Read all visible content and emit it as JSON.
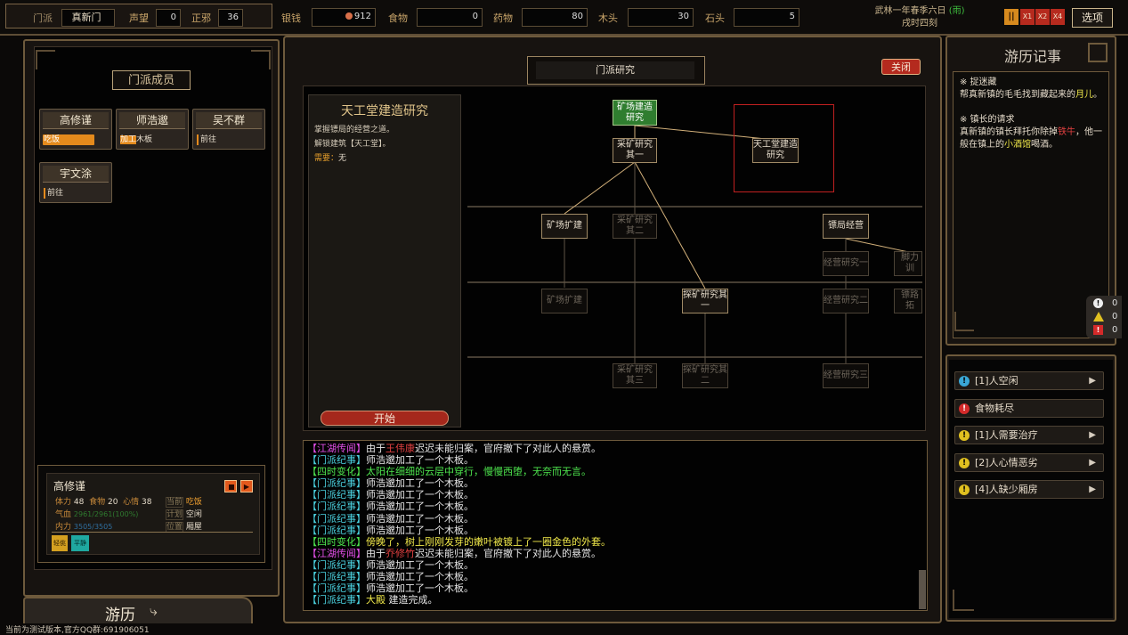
{
  "topbar": {
    "sect_label": "门派",
    "sect_name": "真新门",
    "fame_label": "声望",
    "fame_value": "0",
    "align_label": "正邪",
    "align_value": "36",
    "resources": [
      {
        "label": "银钱",
        "value": "912",
        "icon": "coin-icon"
      },
      {
        "label": "食物",
        "value": "0"
      },
      {
        "label": "药物",
        "value": "80"
      },
      {
        "label": "木头",
        "value": "30"
      },
      {
        "label": "石头",
        "value": "5"
      }
    ],
    "date": "武林一年春季六日",
    "weather": "雨",
    "time": "戌时四刻",
    "speeds": [
      "||",
      "X1",
      "X2",
      "X4"
    ],
    "options_label": "选项"
  },
  "members_panel": {
    "title": "门派成员",
    "members": [
      {
        "name": "高修谨",
        "task": "吃饭",
        "progress": 0.78
      },
      {
        "name": "师浩邈",
        "task": "加工",
        "task_detail": "木板"
      },
      {
        "name": "吴不群",
        "task": "前往"
      },
      {
        "name": "宇文涂",
        "task": "前往"
      }
    ],
    "detail": {
      "name": "高修谨",
      "stamina_label": "体力",
      "stamina": "48",
      "food_label": "食物",
      "food": "20",
      "mood_label": "心情",
      "mood": "38",
      "hp_label": "气血",
      "hp": "2961/2961(100%)",
      "mp_label": "内力",
      "mp": "3505/3505",
      "current_label": "当前",
      "current": "吃饭",
      "plan_label": "计划",
      "plan": "空闲",
      "pos_label": "位置",
      "pos": "厢屋",
      "tag1": "轻佻",
      "tag2": "平静"
    },
    "bottom_button": "游历"
  },
  "research": {
    "title": "门派研究",
    "close_label": "关闭",
    "selected_title": "天工堂建造研究",
    "desc1": "掌握镖局的经营之道。",
    "desc2": "解锁建筑【天工堂】。",
    "need_label": "需要：",
    "need_value": "无",
    "start_label": "开始",
    "nodes": {
      "n1": "矿场建造研究",
      "n2": "采矿研究其一",
      "n3": "天工堂建造研究",
      "n4": "矿场扩建",
      "n5": "采矿研究其二",
      "n6": "镖局经营",
      "n7": "经营研究一",
      "n8": "脚力训",
      "n9": "矿场扩建",
      "n10": "探矿研究其一",
      "n11": "经营研究二",
      "n12": "镖路拓",
      "n13": "采矿研究其三",
      "n14": "探矿研究其二",
      "n15": "经营研究三"
    }
  },
  "log": [
    {
      "tag": "【江湖传闻】",
      "tag_color": "#e14fe6",
      "pre": "由于",
      "hl": "王伟康",
      "hl_color": "#e04040",
      "text": "迟迟未能归案，官府撤下了对此人的悬赏。",
      "text_color": "#e6e6e6"
    },
    {
      "tag": "【门派纪事】",
      "tag_color": "#4bd2e0",
      "text": "师浩邈加工了一个木板。",
      "text_color": "#e6e6e6"
    },
    {
      "tag": "【四时变化】",
      "tag_color": "#4ee64e",
      "text": "太阳在细细的云层中穿行，慢慢西堕，无奈而无言。",
      "text_color": "#4ee64e"
    },
    {
      "tag": "【门派纪事】",
      "tag_color": "#4bd2e0",
      "text": "师浩邈加工了一个木板。",
      "text_color": "#e6e6e6"
    },
    {
      "tag": "【门派纪事】",
      "tag_color": "#4bd2e0",
      "text": "师浩邈加工了一个木板。",
      "text_color": "#e6e6e6"
    },
    {
      "tag": "【门派纪事】",
      "tag_color": "#4bd2e0",
      "text": "师浩邈加工了一个木板。",
      "text_color": "#e6e6e6"
    },
    {
      "tag": "【门派纪事】",
      "tag_color": "#4bd2e0",
      "text": "师浩邈加工了一个木板。",
      "text_color": "#e6e6e6"
    },
    {
      "tag": "【门派纪事】",
      "tag_color": "#4bd2e0",
      "text": "师浩邈加工了一个木板。",
      "text_color": "#e6e6e6"
    },
    {
      "tag": "【四时变化】",
      "tag_color": "#4ee64e",
      "text": "傍晚了，树上刚刚发芽的嫩叶被镀上了一圈金色的外套。",
      "text_color": "#f0e84a"
    },
    {
      "tag": "【江湖传闻】",
      "tag_color": "#e14fe6",
      "pre": "由于",
      "hl": "乔修竹",
      "hl_color": "#e04040",
      "text": "迟迟未能归案，官府撤下了对此人的悬赏。",
      "text_color": "#e6e6e6"
    },
    {
      "tag": "【门派纪事】",
      "tag_color": "#4bd2e0",
      "text": "师浩邈加工了一个木板。",
      "text_color": "#e6e6e6"
    },
    {
      "tag": "【门派纪事】",
      "tag_color": "#4bd2e0",
      "text": "师浩邈加工了一个木板。",
      "text_color": "#e6e6e6"
    },
    {
      "tag": "【门派纪事】",
      "tag_color": "#4bd2e0",
      "text": "师浩邈加工了一个木板。",
      "text_color": "#e6e6e6"
    },
    {
      "tag": "【门派纪事】",
      "tag_color": "#4bd2e0",
      "hl": "大殿",
      "hl_color": "#f0e84a",
      "text": " 建造完成。",
      "text_color": "#e6e6e6"
    }
  ],
  "journal": {
    "title": "游历记事",
    "q1_title": "※ 捉迷藏",
    "q1_pre": "帮真新镇的毛毛找到藏起来的",
    "q1_hl": "月儿",
    "q1_post": "。",
    "q2_title": "※ 镇长的请求",
    "q2_pre": "真新镇的镇长拜托你除掉",
    "q2_hl1": "铁牛",
    "q2_mid": "，他一般在镇上的",
    "q2_hl2": "小酒馆",
    "q2_post": "喝酒。",
    "counters": [
      "0",
      "0",
      "0"
    ]
  },
  "notices": [
    {
      "icon": "i",
      "icon_color": "#3aa7d6",
      "label": "[1]人空闲",
      "arrow": true
    },
    {
      "icon": "!",
      "icon_color": "#d42a2a",
      "label": "食物耗尽",
      "arrow": false
    },
    {
      "icon": "!",
      "icon_color": "#e0c020",
      "label": "[1]人需要治疗",
      "arrow": true
    },
    {
      "icon": "!",
      "icon_color": "#e0c020",
      "label": "[2]人心情恶劣",
      "arrow": true
    },
    {
      "icon": "!",
      "icon_color": "#e0c020",
      "label": "[4]人缺少厢房",
      "arrow": true
    }
  ],
  "footer": "当前为测试版本,官方QQ群:691906051"
}
